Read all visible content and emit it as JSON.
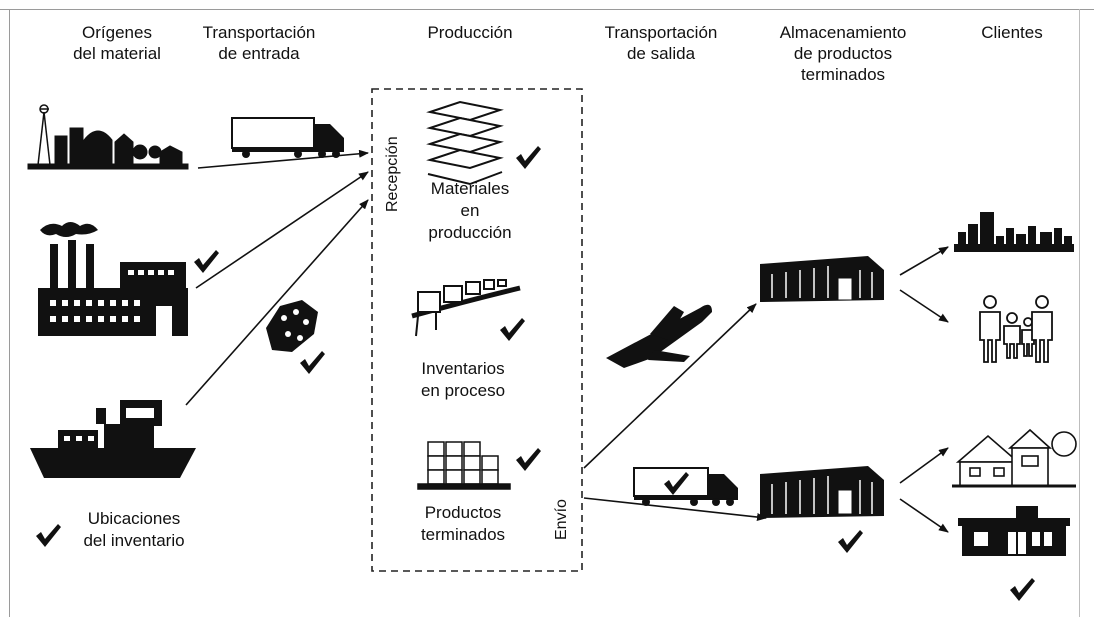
{
  "headers": {
    "origins": "Orígenes\ndel material",
    "inbound": "Transportación\nde entrada",
    "production": "Producción",
    "outbound": "Transportación\nde salida",
    "storage": "Almacenamiento\nde productos\nterminados",
    "customers": "Clientes"
  },
  "production": {
    "receiving": "Recepción",
    "shipping": "Envío",
    "raw_materials": "Materiales\nen\nproducción",
    "wip": "Inventarios\nen proceso",
    "finished": "Productos\nterminados"
  },
  "legend": {
    "text": "Ubicaciones\ndel inventario"
  },
  "icons": [
    "farm-icon",
    "factory-icon",
    "ship-icon",
    "truck-icon",
    "mine-cart-icon",
    "sacks-pallet-icon",
    "conveyor-icon",
    "boxes-pallet-icon",
    "airplane-icon",
    "warehouse-icon",
    "city-icon",
    "family-icon",
    "house-icon",
    "store-icon",
    "check-icon"
  ]
}
